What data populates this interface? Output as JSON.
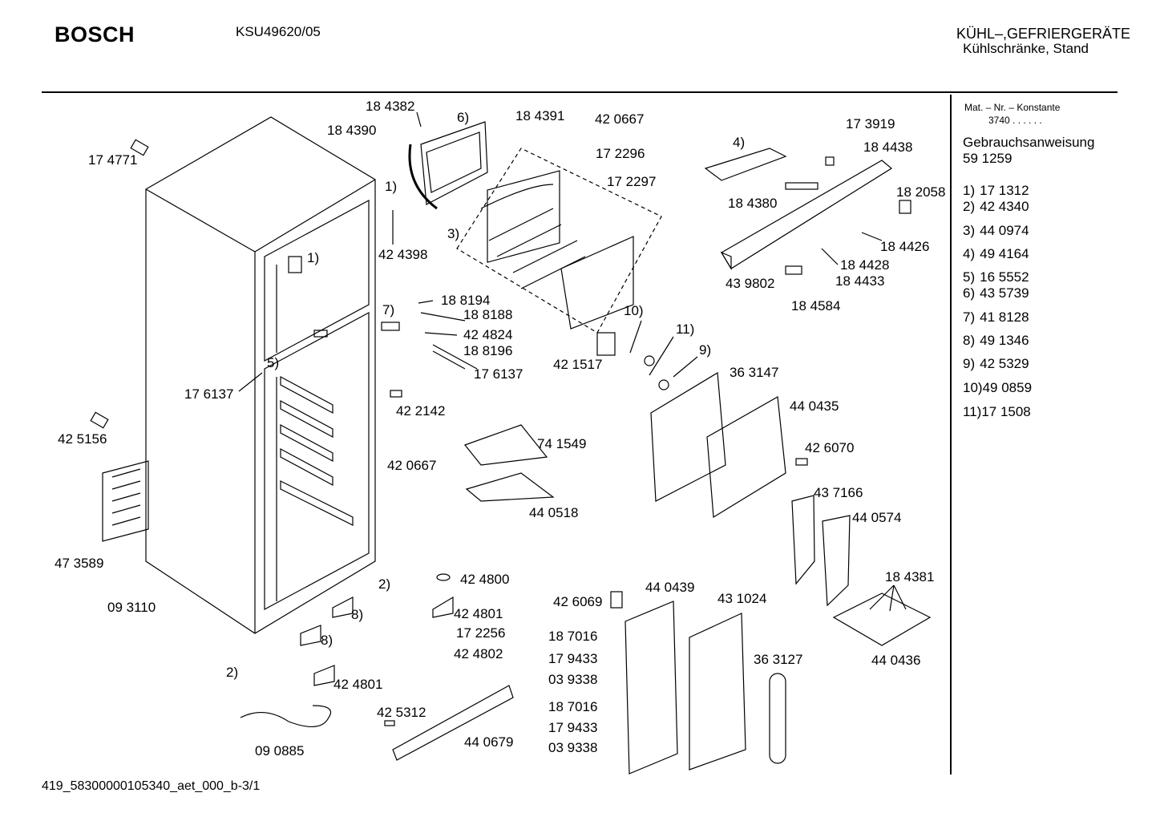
{
  "header": {
    "brand": "BOSCH",
    "model": "KSU49620/05",
    "category_line1": "KÜHL–,GEFRIERGERÄTE",
    "category_line2": "Kühlschränke, Stand"
  },
  "sidebar": {
    "constant_label": "Mat. – Nr. – Konstante",
    "constant_value": "3740 . . . . . .",
    "manual_label": "Gebrauchsanweisung",
    "manual_number": "59 1259",
    "items": [
      {
        "ref": "1)",
        "part": "17 1312"
      },
      {
        "ref": "2)",
        "part": "42 4340"
      },
      {
        "ref": "3)",
        "part": "44 0974"
      },
      {
        "ref": "4)",
        "part": "49 4164"
      },
      {
        "ref": "5)",
        "part": "16 5552"
      },
      {
        "ref": "6)",
        "part": "43 5739"
      },
      {
        "ref": "7)",
        "part": "41 8128"
      },
      {
        "ref": "8)",
        "part": "49 1346"
      },
      {
        "ref": "9)",
        "part": "42 5329"
      },
      {
        "ref": "10)",
        "part": "49 0859"
      },
      {
        "ref": "11)",
        "part": "17 1508"
      }
    ]
  },
  "labels": [
    "17 4771",
    "18 4382",
    "18 4390",
    "6)",
    "18 4391",
    "42 0667",
    "17 2296",
    "17 2297",
    "1)",
    "42 4398",
    "3)",
    "1)",
    "4)",
    "17 3919",
    "18 4438",
    "18 4380",
    "18 2058",
    "18 4426",
    "18 4428",
    "18 4433",
    "43 9802",
    "18 4584",
    "7)",
    "18 8194",
    "18 8188",
    "42 4824",
    "18 8196",
    "17 6137",
    "5)",
    "17 6137",
    "10)",
    "11)",
    "9)",
    "42 1517",
    "36 3147",
    "44 0435",
    "42 2142",
    "42 5156",
    "74 1549",
    "42 0667",
    "44 0518",
    "42 6070",
    "43 7166",
    "44 0574",
    "47 3589",
    "09 3110",
    "2)",
    "42 4800",
    "42 4801",
    "8)",
    "8)",
    "17 2256",
    "42 4802",
    "42 6069",
    "44 0439",
    "43 1024",
    "18 4381",
    "18 7016",
    "17 9433",
    "03 9338",
    "36 3127",
    "44 0436",
    "2)",
    "42 4801",
    "42 5312",
    "18 7016",
    "17 9433",
    "03 9338",
    "44 0679",
    "09 0885"
  ],
  "footer": "419_58300000105340_aet_000_b-3/1"
}
